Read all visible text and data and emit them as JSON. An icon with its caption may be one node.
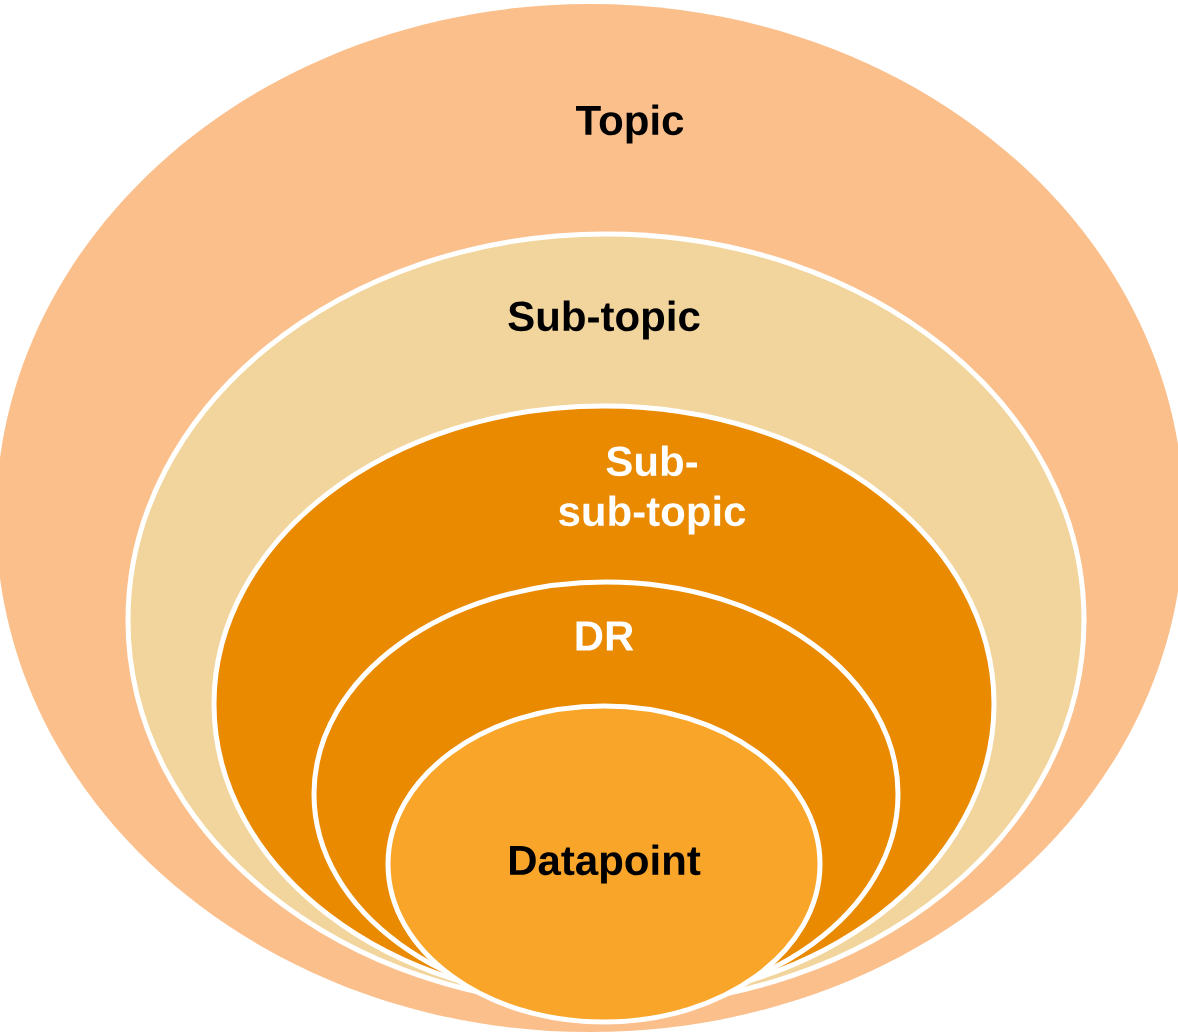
{
  "diagram": {
    "nodes": [
      {
        "text": [
          "Topic"
        ]
      },
      {
        "text": [
          "Sub-topic"
        ],
        "in": 0
      },
      {
        "text": [
          "Sub- sub-topic"
        ],
        "in": 1
      },
      {
        "text": [
          "DR"
        ],
        "in": 2
      },
      {
        "text": [
          "Datapoint"
        ],
        "in": 3
      }
    ]
  }
}
